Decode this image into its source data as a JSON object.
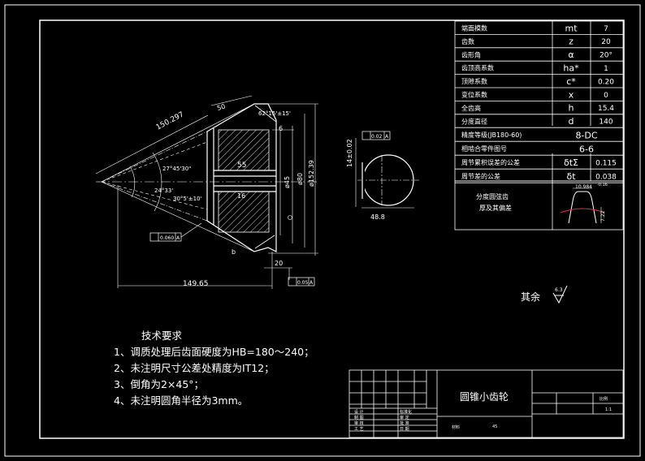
{
  "params": [
    {
      "name": "端面模数",
      "sym": "mt",
      "val": "7"
    },
    {
      "name": "齿数",
      "sym": "z",
      "val": "20"
    },
    {
      "name": "齿形角",
      "sym": "α",
      "val": "20°"
    },
    {
      "name": "齿顶高系数",
      "sym": "ha*",
      "val": "1"
    },
    {
      "name": "顶隙系数",
      "sym": "c*",
      "val": "0.20"
    },
    {
      "name": "变位系数",
      "sym": "x",
      "val": "0"
    },
    {
      "name": "全齿高",
      "sym": "h",
      "val": "15.4"
    },
    {
      "name": "分度直径",
      "sym": "d",
      "val": "140"
    },
    {
      "name": "精度等级(JB180-60)",
      "val": "8-DC"
    },
    {
      "name": "相啮合零件图号",
      "val": "6-6"
    },
    {
      "name": "周节累积误差的公差",
      "sym": "δtΣ",
      "val": "0.115"
    },
    {
      "name": "周节差的公差",
      "sym": "δt",
      "val": "0.038"
    }
  ],
  "inset": {
    "label_line1": "分度圆弦齿",
    "label_line2": "厚及其偏差",
    "dim_top": "10.984",
    "dim_tol": "-0.16",
    "dim_side": "7.22"
  },
  "dims": {
    "d150": "150.297",
    "d50": "50",
    "ang_62": "62°15'±15'",
    "six": "6",
    "ang_27": "27°45'30\"",
    "ang_24": "24°33'",
    "ang_30": "30°5'±10'",
    "fifty5": "55",
    "phi45": "ø45",
    "phi80": "ø80",
    "phi152": "ø152.39",
    "tol_060": "0.060",
    "datum_a": "A",
    "d20": "20",
    "tol_05": "0.05",
    "d149": "149.65",
    "d14": "14±0.02",
    "tol_02": "0.02",
    "d48": "48.8",
    "key16": "16",
    "key_b": "b"
  },
  "roughness": {
    "label": "其余",
    "value": "6.3"
  },
  "notes": {
    "title": "技术要求",
    "items": [
      "1、调质处理后齿面硬度为HB=180～240；",
      "2、未注明尺寸公差处精度为IT12；",
      "3、倒角为2×45°；",
      "4、未注明圆角半径为3mm。"
    ]
  },
  "title_block": {
    "name": "圆锥小齿轮",
    "scale_label": "比例",
    "scale_value": "1:1",
    "material_label": "材料",
    "material_value": "45",
    "rows": [
      {
        "a": "设  计",
        "b": "标准化"
      },
      {
        "a": "制  图",
        "b": "审  定"
      },
      {
        "a": "审  核",
        "b": "批  准"
      },
      {
        "a": "工  艺",
        "b": "日  期"
      }
    ]
  }
}
